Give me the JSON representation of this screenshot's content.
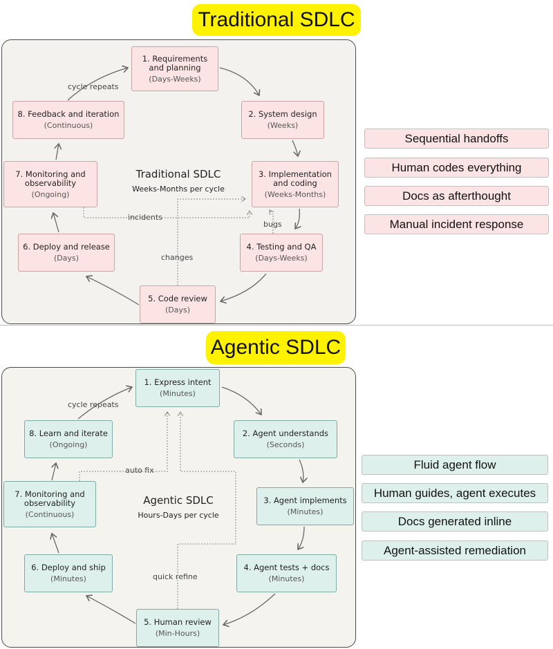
{
  "traditional": {
    "banner": "Traditional SDLC",
    "center_title": "Traditional SDLC",
    "center_sub": "Weeks-Months per cycle",
    "nodes": [
      {
        "title": "1. Requirements and planning",
        "dur": "(Days-Weeks)"
      },
      {
        "title": "2. System design",
        "dur": "(Weeks)"
      },
      {
        "title": "3. Implementation and coding",
        "dur": "(Weeks-Months)"
      },
      {
        "title": "4. Testing and QA",
        "dur": "(Days-Weeks)"
      },
      {
        "title": "5. Code review",
        "dur": "(Days)"
      },
      {
        "title": "6. Deploy and release",
        "dur": "(Days)"
      },
      {
        "title": "7. Monitoring and observability",
        "dur": "(Ongoing)"
      },
      {
        "title": "8. Feedback and iteration",
        "dur": "(Continuous)"
      }
    ],
    "labels": {
      "cycle": "cycle repeats",
      "incidents": "incidents",
      "bugs": "bugs",
      "changes": "changes"
    },
    "traits": [
      "Sequential handoffs",
      "Human codes everything",
      "Docs as afterthought",
      "Manual incident response"
    ]
  },
  "agentic": {
    "banner": "Agentic SDLC",
    "center_title": "Agentic SDLC",
    "center_sub": "Hours-Days per cycle",
    "nodes": [
      {
        "title": "1. Express intent",
        "dur": "(Minutes)"
      },
      {
        "title": "2. Agent understands",
        "dur": "(Seconds)"
      },
      {
        "title": "3. Agent implements",
        "dur": "(Minutes)"
      },
      {
        "title": "4. Agent tests + docs",
        "dur": "(Minutes)"
      },
      {
        "title": "5. Human review",
        "dur": "(Min-Hours)"
      },
      {
        "title": "6. Deploy and ship",
        "dur": "(Minutes)"
      },
      {
        "title": "7. Monitoring and observability",
        "dur": "(Continuous)"
      },
      {
        "title": "8. Learn and iterate",
        "dur": "(Ongoing)"
      }
    ],
    "labels": {
      "cycle": "cycle repeats",
      "autofix": "auto fix",
      "refine": "quick refine"
    },
    "traits": [
      "Fluid agent flow",
      "Human guides, agent executes",
      "Docs generated inline",
      "Agent-assisted remediation"
    ]
  },
  "colors": {
    "banner": "#fff200",
    "pink": "#fce4e4",
    "green": "#def0ec"
  }
}
